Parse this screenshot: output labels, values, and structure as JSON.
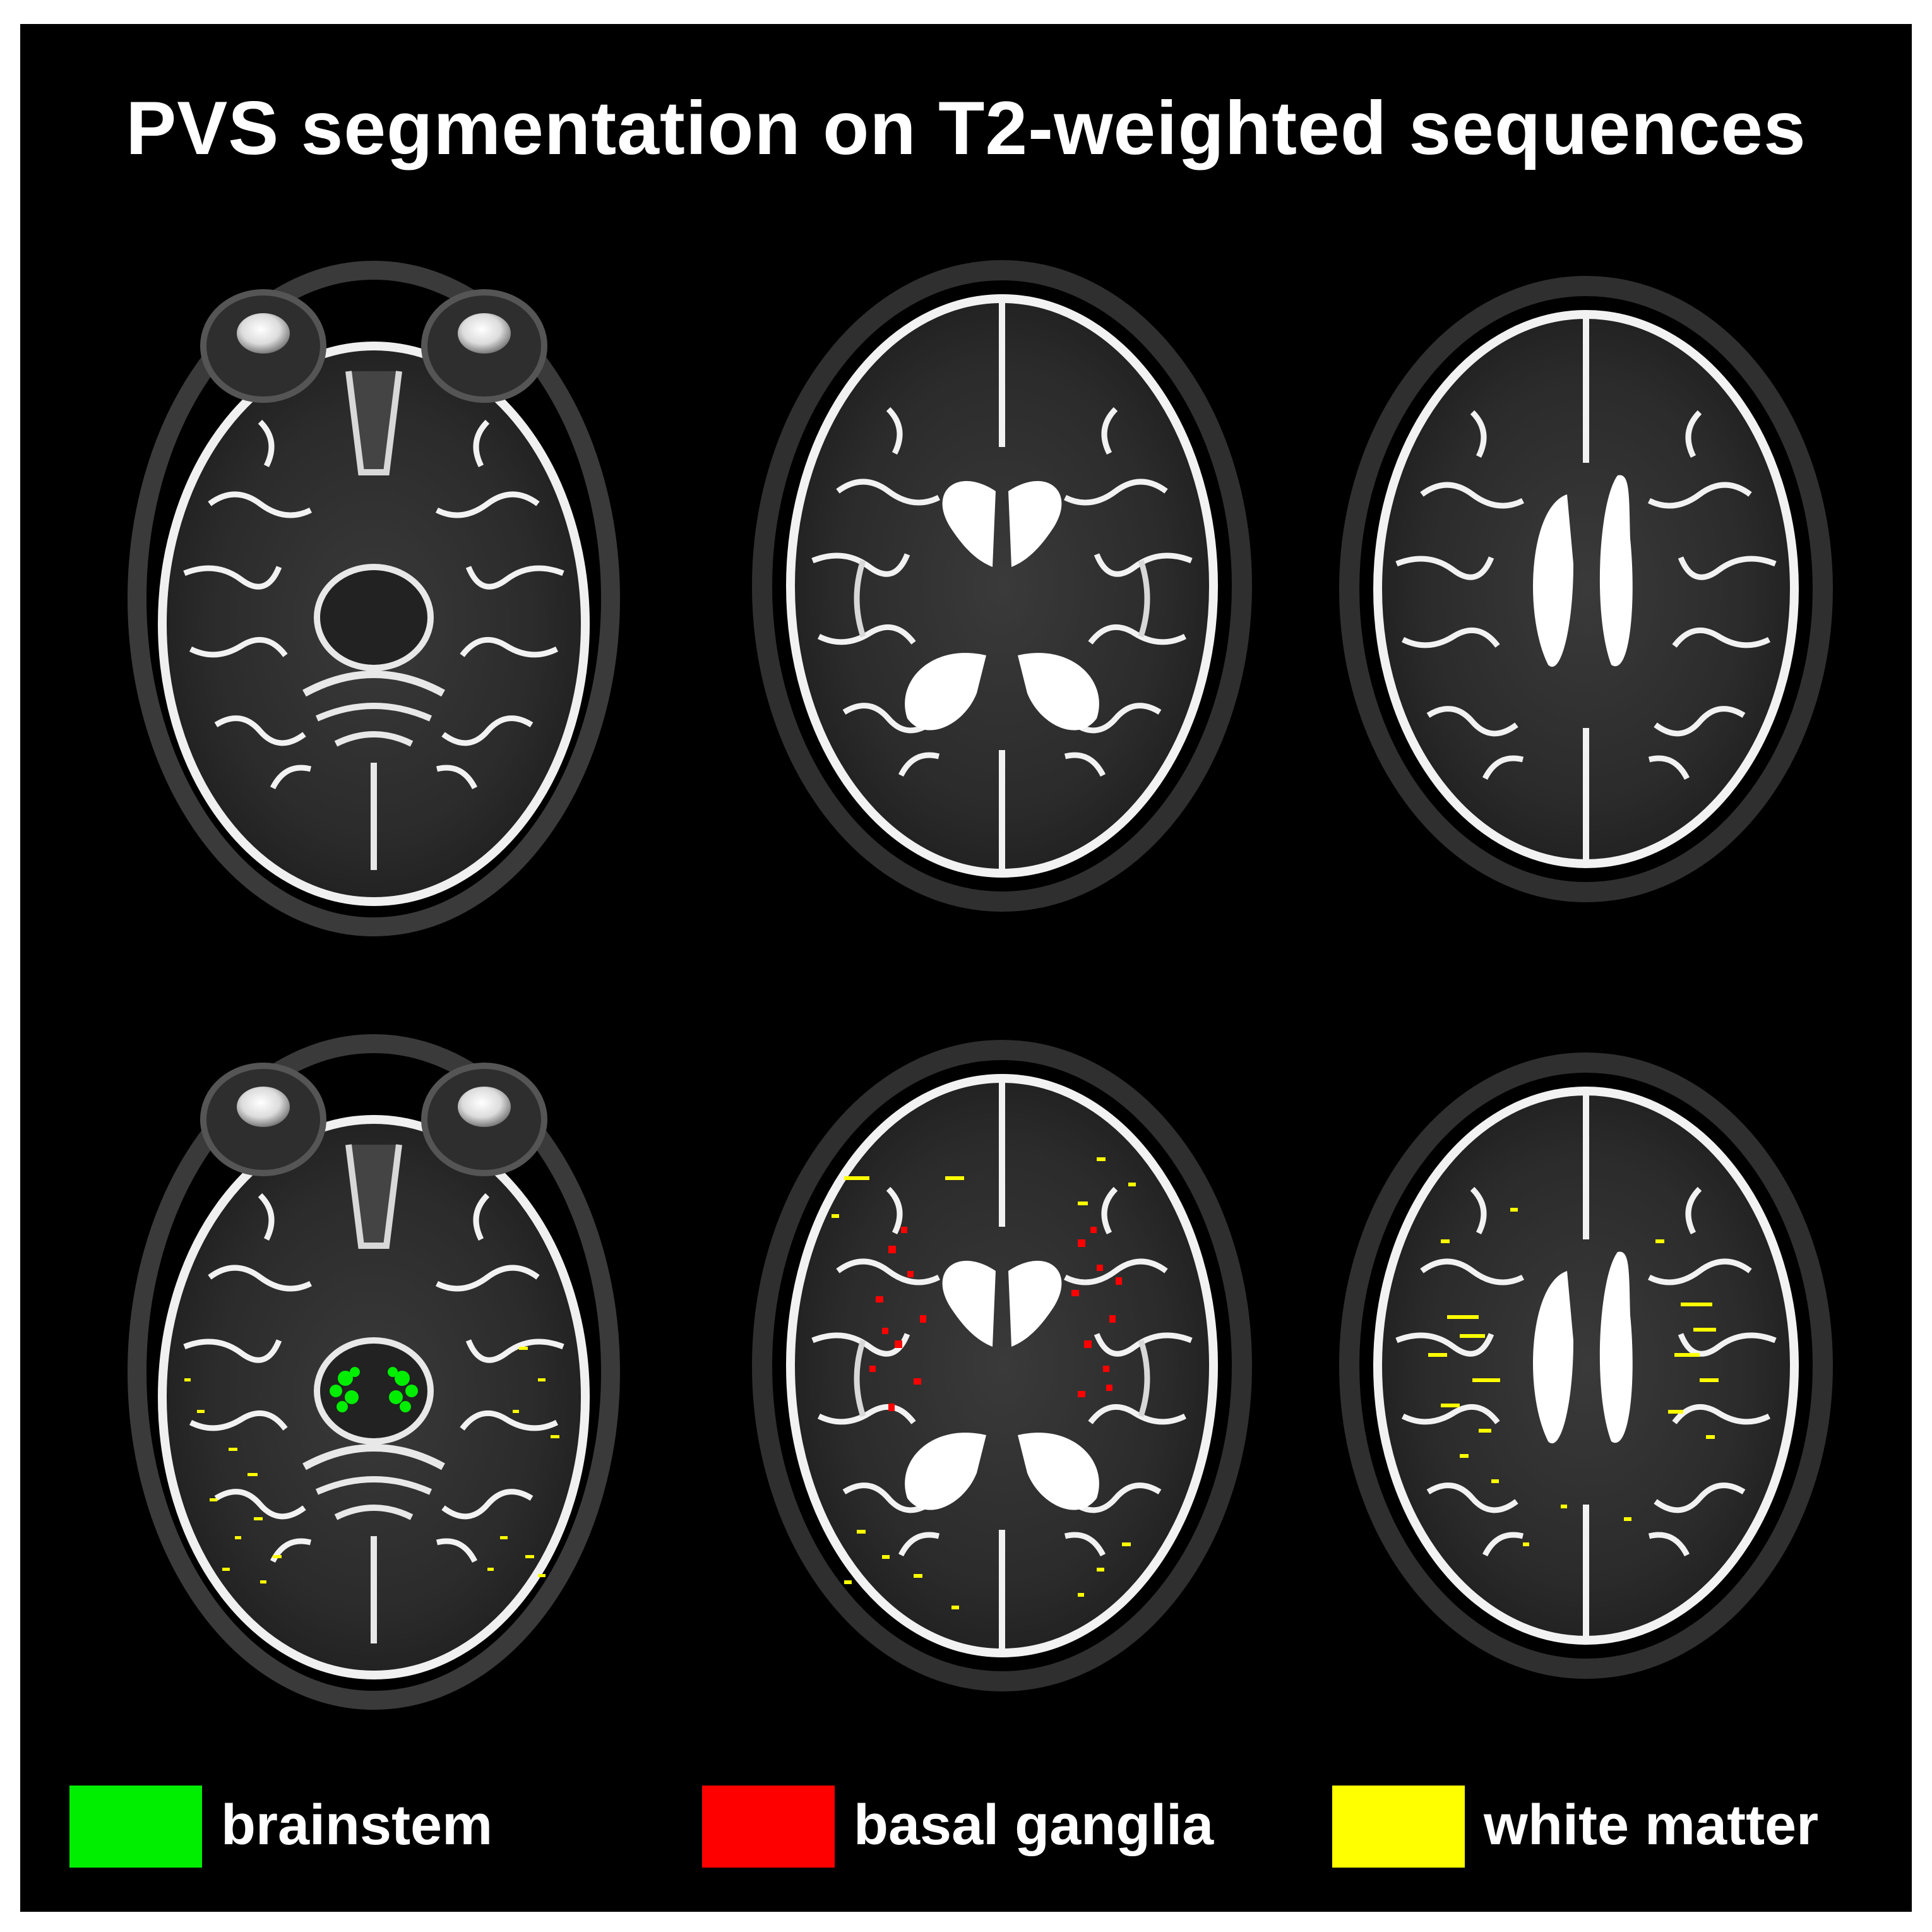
{
  "figure": {
    "title": "PVS segmentation on T2-weighted sequences"
  },
  "panels": [
    {
      "row": 1,
      "level": "midbrain",
      "segmentation_overlay": false
    },
    {
      "row": 1,
      "level": "basal-ganglia",
      "segmentation_overlay": false
    },
    {
      "row": 1,
      "level": "centrum-semiovale",
      "segmentation_overlay": false
    },
    {
      "row": 2,
      "level": "midbrain",
      "segmentation_overlay": true,
      "overlays": [
        "brainstem",
        "white-matter"
      ]
    },
    {
      "row": 2,
      "level": "basal-ganglia",
      "segmentation_overlay": true,
      "overlays": [
        "basal-ganglia",
        "white-matter"
      ]
    },
    {
      "row": 2,
      "level": "centrum-semiovale",
      "segmentation_overlay": true,
      "overlays": [
        "white-matter"
      ]
    }
  ],
  "legend": [
    {
      "key": "brainstem",
      "label": "brainstem",
      "color": "#00ee00"
    },
    {
      "key": "basal-ganglia",
      "label": "basal ganglia",
      "color": "#ff0000"
    },
    {
      "key": "white-matter",
      "label": "white matter",
      "color": "#ffff00"
    }
  ],
  "colors": {
    "background": "#000000",
    "frame": "#ffffff",
    "text": "#ffffff"
  }
}
